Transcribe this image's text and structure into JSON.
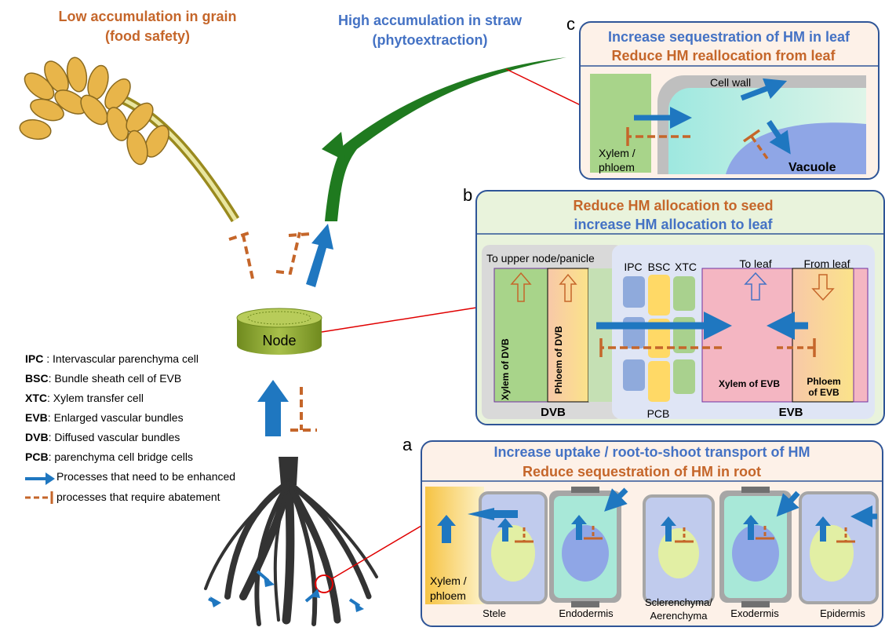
{
  "top_labels": {
    "grain_line1": "Low accumulation in grain",
    "grain_line2": "(food safety)",
    "straw_line1": "High accumulation in straw",
    "straw_line2": "(phytoextraction)"
  },
  "node_label": "Node",
  "legend": {
    "items": [
      {
        "abbr": "IPC",
        "desc": "  : Intervascular parenchyma cell"
      },
      {
        "abbr": "BSC",
        "desc": ": Bundle sheath cell of EVB"
      },
      {
        "abbr": "XTC",
        "desc": ": Xylem transfer cell"
      },
      {
        "abbr": "EVB",
        "desc": ": Enlarged vascular bundles"
      },
      {
        "abbr": "DVB",
        "desc": ": Diffused vascular bundles"
      },
      {
        "abbr": "PCB",
        "desc": ": parenchyma cell bridge cells"
      }
    ],
    "enhance_label": "Processes that need to be enhanced",
    "abate_label": "processes that require abatement"
  },
  "panel_c": {
    "letter": "c",
    "title1": "Increase sequestration of HM in leaf",
    "title2": "Reduce HM reallocation  from leaf",
    "cell_wall": "Cell wall",
    "xylem1": "Xylem /",
    "xylem2": "phloem",
    "vacuole": "Vacuole"
  },
  "panel_b": {
    "letter": "b",
    "title1": "Reduce HM allocation to seed",
    "title2": "increase HM allocation to leaf",
    "upper": "To upper node/panicle",
    "ipc": "IPC",
    "bsc": "BSC",
    "xtc": "XTC",
    "to_leaf": "To leaf",
    "from_leaf": "From leaf",
    "xylem_dvb": "Xylem of DVB",
    "phloem_dvb": "Phloem of DVB",
    "xylem_evb": "Xylem of EVB",
    "phloem_evb1": "Phloem",
    "phloem_evb2": "of EVB",
    "dvb": "DVB",
    "pcb": "PCB",
    "evb": "EVB"
  },
  "panel_a": {
    "letter": "a",
    "title1": "Increase uptake / root-to-shoot transport of HM",
    "title2": "Reduce sequestration of HM in root",
    "xylem1": "Xylem /",
    "xylem2": "phloem",
    "stele": "Stele",
    "endodermis": "Endodermis",
    "scler1": "Sclerenchyma/",
    "scler2": "Aerenchyma",
    "exodermis": "Exodermis",
    "epidermis": "Epidermis"
  },
  "colors": {
    "enhance_arrow": "#1f77c0",
    "abate_arrow": "#c5662a",
    "panel_border": "#2f5597",
    "leaf_green": "#1f7a1f",
    "node_green": "#8fa63a"
  }
}
